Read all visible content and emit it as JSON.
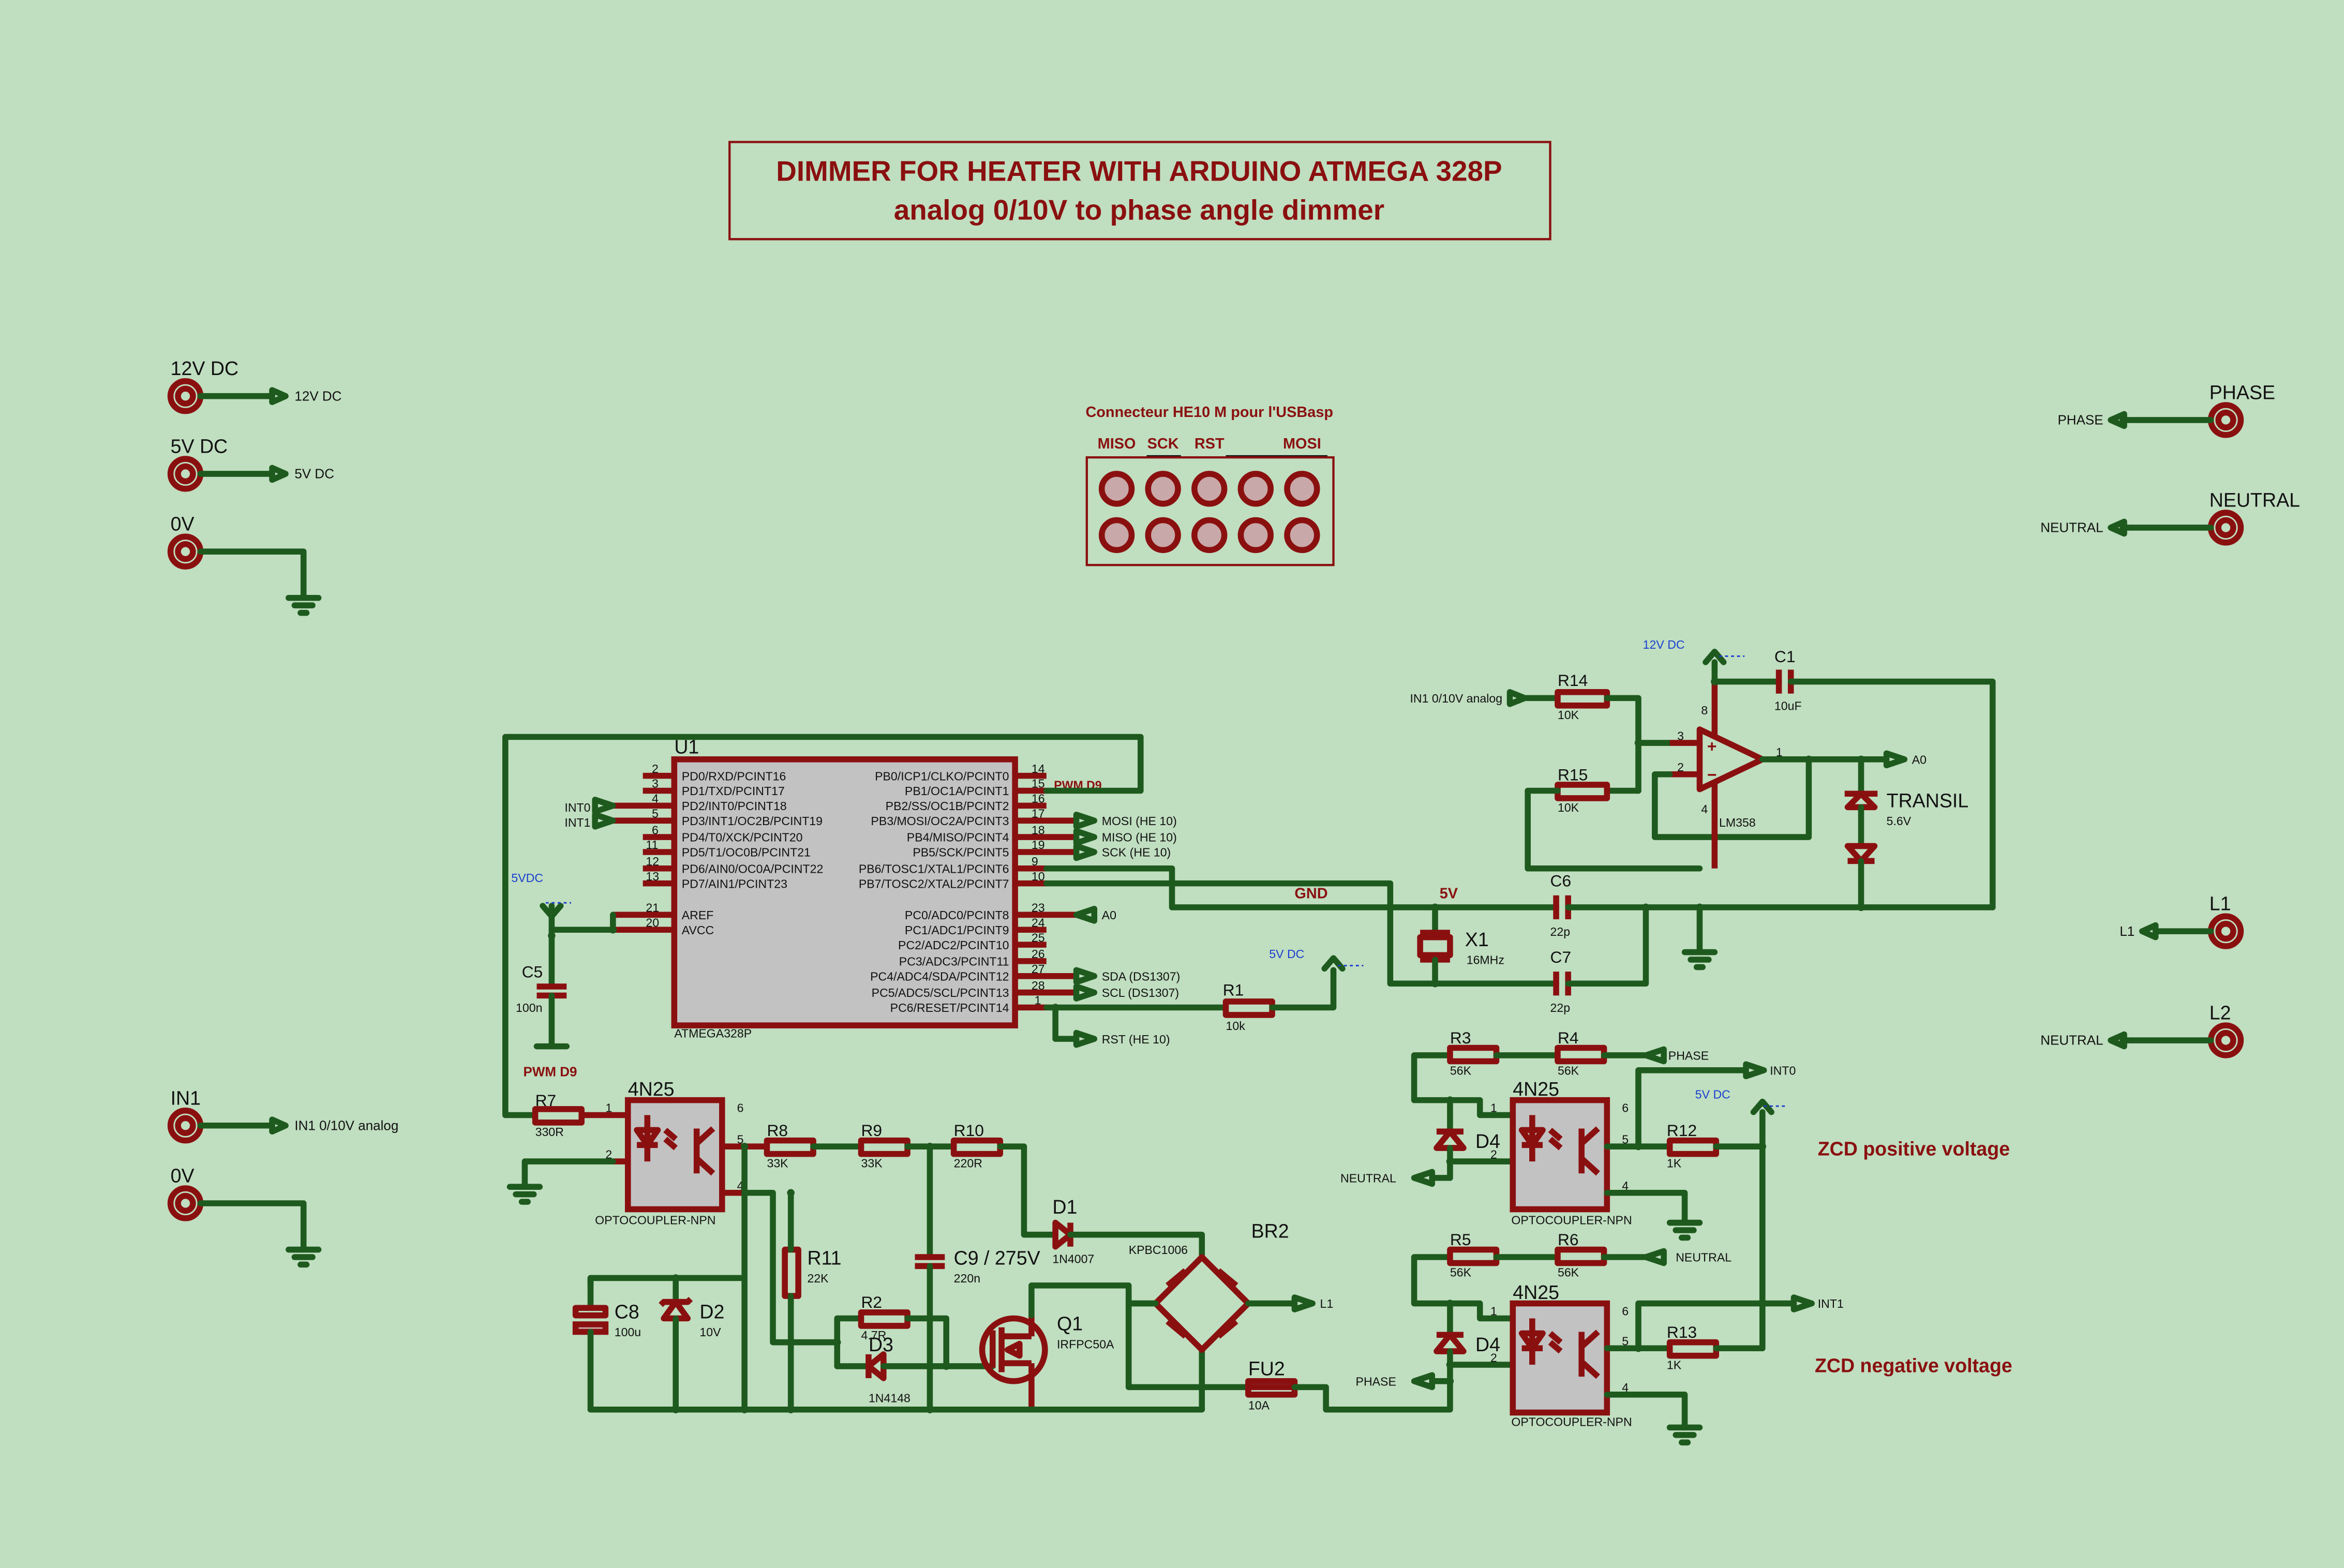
{
  "title": {
    "line1": "DIMMER FOR HEATER WITH ARDUINO ATMEGA 328P",
    "line2": "analog 0/10V to phase angle dimmer"
  },
  "connectors": {
    "v12": "12V DC",
    "v12_net": "12V DC",
    "v5": "5V DC",
    "v5_net": "5V DC",
    "v0": "0V",
    "in1": "IN1",
    "in1_net": "IN1 0/10V analog",
    "v0b": "0V",
    "phase": "PHASE",
    "phase_net": "PHASE",
    "neutral": "NEUTRAL",
    "neutral_net": "NEUTRAL",
    "l1": "L1",
    "l1_net": "L1",
    "l2": "L2",
    "l2_net": "NEUTRAL"
  },
  "he10": {
    "title": "Connecteur HE10 M pour l'USBasp",
    "miso": "MISO",
    "sck": "SCK",
    "rst": "RST",
    "mosi": "MOSI"
  },
  "mcu": {
    "ref": "U1",
    "part": "ATMEGA328P",
    "left_pins": [
      {
        "num": "2",
        "name": "PD0/RXD/PCINT16"
      },
      {
        "num": "3",
        "name": "PD1/TXD/PCINT17"
      },
      {
        "num": "4",
        "name": "PD2/INT0/PCINT18"
      },
      {
        "num": "5",
        "name": "PD3/INT1/OC2B/PCINT19"
      },
      {
        "num": "6",
        "name": "PD4/T0/XCK/PCINT20"
      },
      {
        "num": "11",
        "name": "PD5/T1/OC0B/PCINT21"
      },
      {
        "num": "12",
        "name": "PD6/AIN0/OC0A/PCINT22"
      },
      {
        "num": "13",
        "name": "PD7/AIN1/PCINT23"
      }
    ],
    "aref": {
      "num": "21",
      "name": "AREF"
    },
    "avcc": {
      "num": "20",
      "name": "AVCC"
    },
    "right_pins_b": [
      {
        "num": "14",
        "name": "PB0/ICP1/CLKO/PCINT0"
      },
      {
        "num": "15",
        "name": "PB1/OC1A/PCINT1"
      },
      {
        "num": "16",
        "name": "PB2/SS/OC1B/PCINT2"
      },
      {
        "num": "17",
        "name": "PB3/MOSI/OC2A/PCINT3"
      },
      {
        "num": "18",
        "name": "PB4/MISO/PCINT4"
      },
      {
        "num": "19",
        "name": "PB5/SCK/PCINT5"
      },
      {
        "num": "9",
        "name": "PB6/TOSC1/XTAL1/PCINT6"
      },
      {
        "num": "10",
        "name": "PB7/TOSC2/XTAL2/PCINT7"
      }
    ],
    "right_pins_c": [
      {
        "num": "23",
        "name": "PC0/ADC0/PCINT8"
      },
      {
        "num": "24",
        "name": "PC1/ADC1/PCINT9"
      },
      {
        "num": "25",
        "name": "PC2/ADC2/PCINT10"
      },
      {
        "num": "26",
        "name": "PC3/ADC3/PCINT11"
      },
      {
        "num": "27",
        "name": "PC4/ADC4/SDA/PCINT12"
      },
      {
        "num": "28",
        "name": "PC5/ADC5/SCL/PCINT13"
      },
      {
        "num": "1",
        "name": "PC6/RESET/PCINT14"
      }
    ],
    "pwm_label": "PWM D9",
    "int0": "INT0",
    "int1": "INT1",
    "mosi": "MOSI (HE 10)",
    "miso": "MISO (HE 10)",
    "sck": "SCK (HE 10)",
    "a0": "A0",
    "sda": "SDA (DS1307)",
    "scl": "SCL (DS1307)",
    "rst": "RST (HE 10)"
  },
  "power": {
    "vdc5": "5VDC",
    "v5dc": "5V DC",
    "v12dc": "12V DC",
    "v5dc_b": "5V DC",
    "gnd_label": "GND",
    "v5_label": "5V",
    "pwm_d9": "PWM D9"
  },
  "components": {
    "c5": "C5",
    "c5v": "100n",
    "r1": "R1",
    "r1v": "10k",
    "x1": "X1",
    "x1v": "16MHz",
    "c6": "C6",
    "c6v": "22p",
    "c7": "C7",
    "c7v": "22p",
    "r14": "R14",
    "r14v": "10K",
    "r15": "R15",
    "r15v": "10K",
    "c1": "C1",
    "c1v": "10uF",
    "u_op": "LM358",
    "transil": "TRANSIL",
    "transilv": "5.6V",
    "a0": "A0",
    "in1_analog": "IN1 0/10V analog",
    "op_pin8": "8",
    "op_pin3": "3",
    "op_pin2": "2",
    "op_pin4": "4",
    "op_pin1": "1",
    "r7": "R7",
    "r7v": "330R",
    "opto1": "4N25",
    "opto1_part": "OPTOCOUPLER-NPN",
    "r8": "R8",
    "r8v": "33K",
    "r9": "R9",
    "r9v": "33K",
    "r10": "R10",
    "r10v": "220R",
    "d1": "D1",
    "d1v": "1N4007",
    "br2": "BR2",
    "br2v": "KPBC1006",
    "l1": "L1",
    "r11": "R11",
    "r11v": "22K",
    "c9": "C9 / 275V",
    "c9v": "220n",
    "r2": "R2",
    "r2v": "4.7R",
    "d3": "D3",
    "d3v": "1N4148",
    "q1": "Q1",
    "q1v": "IRFPC50A",
    "c8": "C8",
    "c8v": "100u",
    "d2": "D2",
    "d2v": "10V",
    "fu2": "FU2",
    "fu2v": "10A",
    "phase_in": "PHASE",
    "r3": "R3",
    "r3v": "56K",
    "r4": "R4",
    "r4v": "56K",
    "phase_top": "PHASE",
    "int0": "INT0",
    "opto2": "4N25",
    "opto2_part": "OPTOCOUPLER-NPN",
    "d4a": "D4",
    "neutral_a": "NEUTRAL",
    "r12": "R12",
    "r12v": "1K",
    "zcd_pos": "ZCD positive voltage",
    "r5": "R5",
    "r5v": "56K",
    "r6": "R6",
    "r6v": "56K",
    "neutral_b": "NEUTRAL",
    "int1": "INT1",
    "opto3": "4N25",
    "opto3_part": "OPTOCOUPLER-NPN",
    "d4b": "D4",
    "r13": "R13",
    "r13v": "1K",
    "zcd_neg": "ZCD negative voltage",
    "p1": "1",
    "p2": "2",
    "p4": "4",
    "p5": "5",
    "p6": "6"
  }
}
